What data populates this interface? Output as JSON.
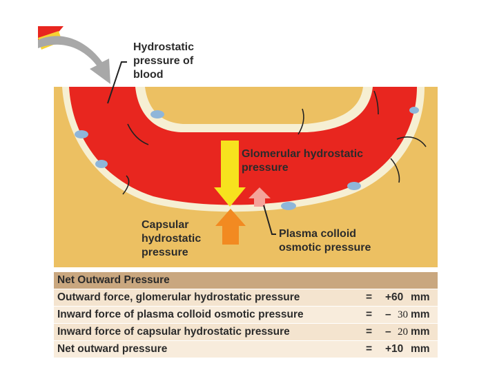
{
  "labels": {
    "blood_pressure": "Hydrostatic pressure of blood",
    "glomerular": "Glomerular hydrostatic pressure",
    "capsular": "Capsular hydrostatic pressure",
    "colloid": "Plasma colloid osmotic pressure"
  },
  "table": {
    "title": "Net Outward Pressure",
    "rows": [
      {
        "text": "Outward force, glomerular hydrostatic pressure",
        "eq": "=",
        "value": "+60",
        "unit": "mm"
      },
      {
        "text": "Inward force of plasma colloid osmotic pressure",
        "eq": "=",
        "value": "–",
        "typed": "30",
        "unit": "mm"
      },
      {
        "text": "Inward force of capsular hydrostatic pressure",
        "eq": "=",
        "value": "–",
        "typed": "20",
        "unit": "mm"
      },
      {
        "text": "Net outward pressure",
        "eq": "=",
        "value": "+10",
        "unit": "mm"
      }
    ]
  },
  "colors": {
    "tan_background": "#ecc062",
    "blood_red": "#e8261f",
    "cell_cream": "#f6efd3",
    "nucleus_blue": "#8fb6d9",
    "yellow_arrow": "#f7e21e",
    "orange_arrow": "#f28a21",
    "pink_arrow": "#f4a39a",
    "gray_arrow": "#a8a8a8"
  }
}
